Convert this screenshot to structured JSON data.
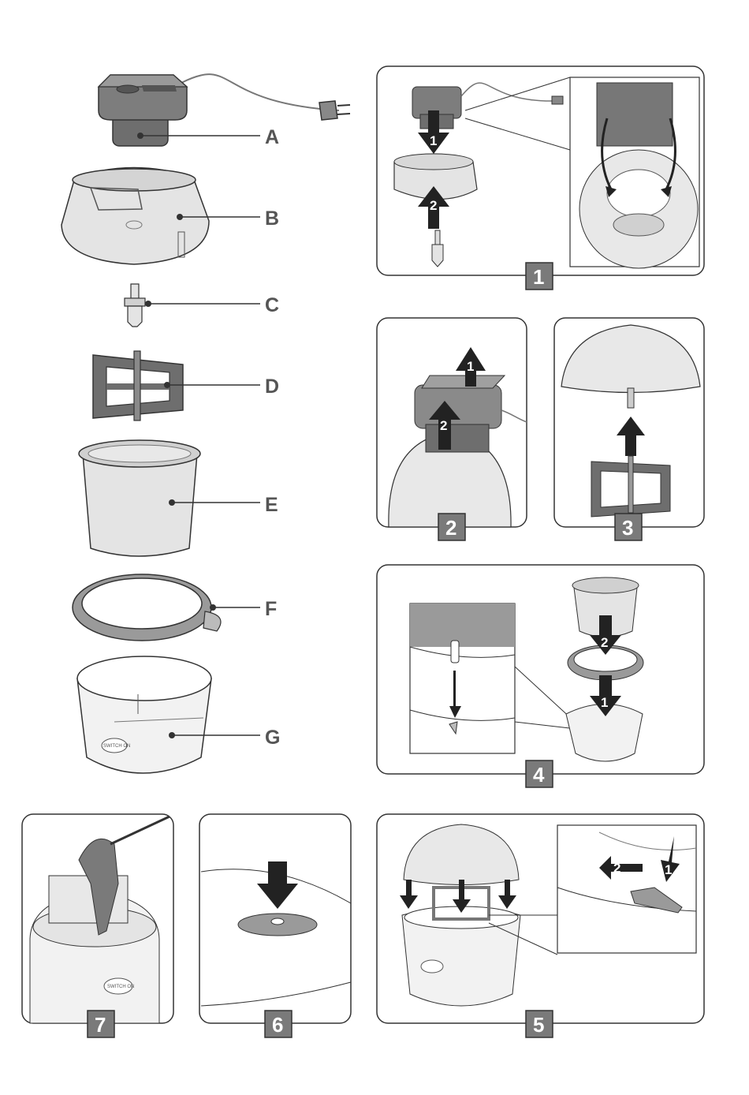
{
  "parts": [
    {
      "letter": "A"
    },
    {
      "letter": "B"
    },
    {
      "letter": "C"
    },
    {
      "letter": "D"
    },
    {
      "letter": "E"
    },
    {
      "letter": "F"
    },
    {
      "letter": "G"
    }
  ],
  "steps": [
    {
      "number": "1",
      "arrows": [
        "1",
        "2"
      ]
    },
    {
      "number": "2",
      "arrows": [
        "1",
        "2"
      ]
    },
    {
      "number": "3"
    },
    {
      "number": "4",
      "arrows": [
        "2",
        "1"
      ]
    },
    {
      "number": "5",
      "arrows": [
        "2",
        "1"
      ]
    },
    {
      "number": "6"
    },
    {
      "number": "7"
    }
  ],
  "logo_text": "SWITCH ON",
  "colors": {
    "outline": "#333333",
    "dark_part": "#6e6e6e",
    "light_part": "#e4e4e4",
    "label_box": "#7a7a7a",
    "arrow": "#222222"
  }
}
